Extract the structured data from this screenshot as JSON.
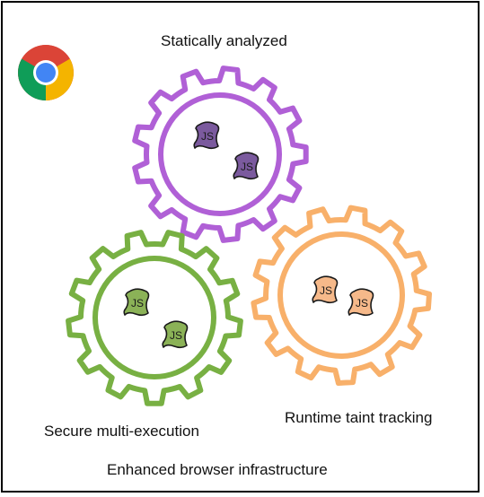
{
  "labels": {
    "statically_analyzed": "Statically analyzed",
    "secure_multi_execution": "Secure multi-execution",
    "runtime_taint_tracking": "Runtime taint tracking",
    "infrastructure": "Enhanced browser infrastructure"
  },
  "browser_logo": {
    "icon": "chrome-logo-icon"
  },
  "gears": [
    {
      "name": "static-analysis-gear",
      "color": "#b060d6",
      "script_fill": "#7b5a9e",
      "scripts": [
        "JS",
        "JS"
      ]
    },
    {
      "name": "multi-execution-gear",
      "color": "#78b043",
      "script_fill": "#8bb257",
      "scripts": [
        "JS",
        "JS"
      ]
    },
    {
      "name": "taint-tracking-gear",
      "color": "#f8b06a",
      "script_fill": "#f6b98a",
      "scripts": [
        "JS",
        "JS"
      ]
    }
  ]
}
